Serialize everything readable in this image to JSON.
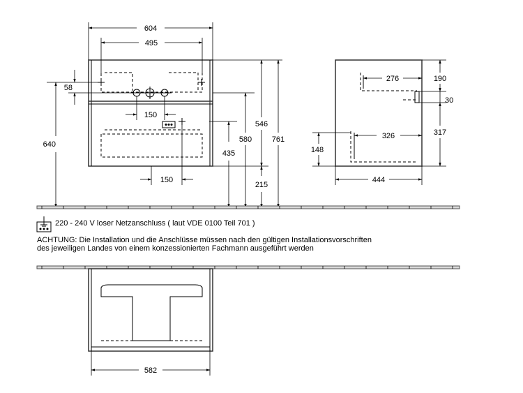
{
  "front_view": {
    "dimensions": {
      "overall_width": "604",
      "inner_width": "495",
      "tap_offset": "58",
      "total_height": "640",
      "tap_spacing": "150",
      "socket_spacing": "150",
      "body_height": "546",
      "h580": "580",
      "h435": "435",
      "h761": "761",
      "floor_gap": "215"
    }
  },
  "side_view": {
    "dimensions": {
      "top_offset": "190",
      "top_depth": "276",
      "gap": "30",
      "lower_height": "317",
      "lower_depth": "326",
      "bottom_height": "148",
      "overall_depth": "444"
    }
  },
  "plan_view": {
    "dimensions": {
      "inner_width": "582"
    }
  },
  "notes": {
    "electrical": "220 - 240 V loser Netzanschluss ( laut VDE 0100 Teil 701 )",
    "warning_line1": "ACHTUNG: Die Installation und die Anschlüsse müssen nach den gültigen Installationsvorschriften",
    "warning_line2": "des jeweiligen Landes von einem konzessionierten Fachmann ausgeführt werden"
  },
  "icons": {
    "electrical_connection": "power-socket-icon"
  }
}
